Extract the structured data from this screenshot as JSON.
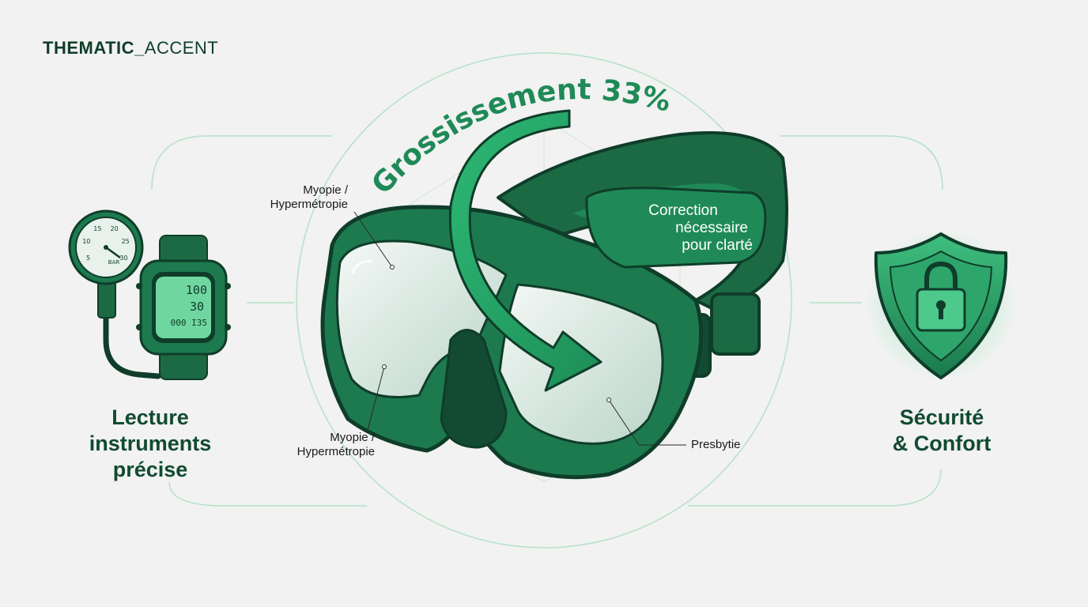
{
  "brand": {
    "bold": "THEMATIC_",
    "light": "ACCENT"
  },
  "title_arc": "Grossissement 33%",
  "badge": {
    "line1": "Correction",
    "line2": "nécessaire",
    "line3": "pour clarté"
  },
  "labels": {
    "top": [
      "Myopie /",
      "Hypermétropie"
    ],
    "bottom": [
      "Myopie /",
      "Hypermétropie"
    ],
    "presbyopia": "Presbytie"
  },
  "left_caption": [
    "Lecture",
    "instruments",
    "précise"
  ],
  "right_caption": [
    "Sécurité",
    "& Confort"
  ],
  "gauge": {
    "ticks": [
      "5",
      "10",
      "15",
      "20",
      "25",
      "30"
    ],
    "unit": "BAR"
  },
  "watch": {
    "line1": "100",
    "line2": "30",
    "line3": "000 I35"
  },
  "colors": {
    "dark_green": "#124a32",
    "mid_green": "#1f8a57",
    "accent_green": "#27a86a",
    "light_green": "#4cc98b",
    "line": "#a9d8bd"
  },
  "icons": {
    "instruments": "pressure-gauge-and-dive-computer",
    "mask": "dive-mask",
    "arrow": "curved-arrow",
    "security": "shield-padlock-icon"
  }
}
